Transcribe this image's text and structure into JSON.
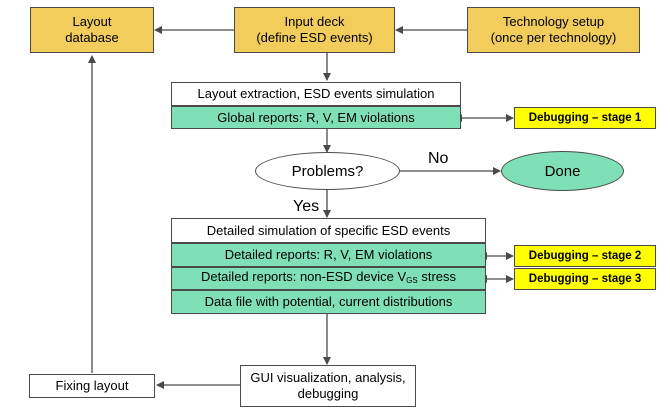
{
  "nodes": {
    "layout_database": [
      "Layout",
      "database"
    ],
    "input_deck": [
      "Input deck",
      "(define ESD events)"
    ],
    "technology_setup": [
      "Technology setup",
      "(once per technology)"
    ],
    "extraction": "Layout extraction, ESD events simulation",
    "global_reports": "Global reports: R, V, EM violations",
    "debug_stage_1": "Debugging – stage 1",
    "problems": "Problems?",
    "done": "Done",
    "detailed_simulation": "Detailed simulation of specific ESD events",
    "detailed_reports_rvem": "Detailed reports: R, V, EM violations",
    "debug_stage_2": "Debugging – stage 2",
    "detailed_reports_vgs": {
      "prefix": "Detailed reports: non-ESD device V",
      "sub": "GS",
      "suffix": " stress"
    },
    "debug_stage_3": "Debugging – stage 3",
    "data_file": "Data file with potential, current distributions",
    "gui": [
      "GUI visualization, analysis,",
      "debugging"
    ],
    "fixing_layout": "Fixing layout"
  },
  "edge_labels": {
    "no": "No",
    "yes": "Yes"
  },
  "colors": {
    "tan": "#f2cd5c",
    "green": "#7fe0b8",
    "yellow": "#ffff00",
    "stroke": "#4a4a4a"
  }
}
